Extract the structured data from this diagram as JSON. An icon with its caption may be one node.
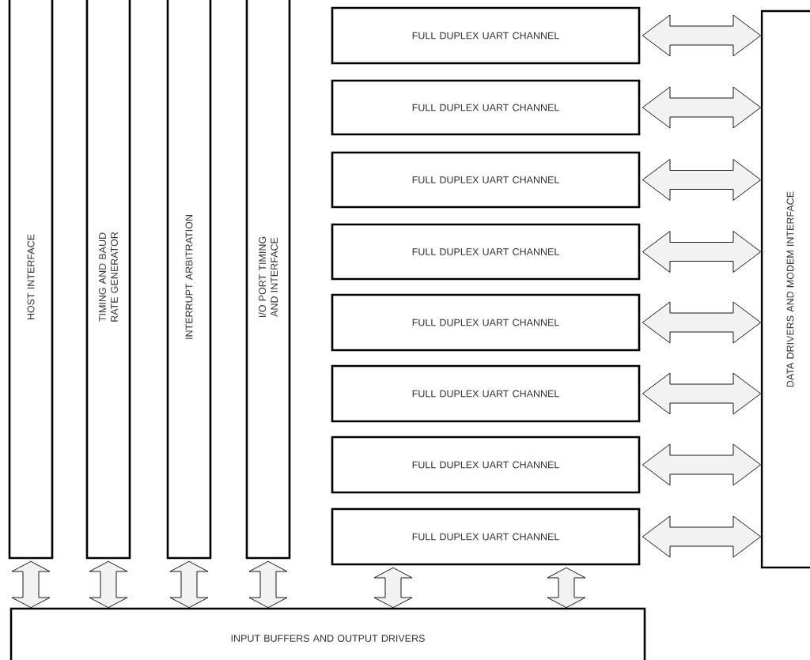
{
  "diagram": {
    "nodes": [
      {
        "text": [
          "HOST INTERFACE"
        ]
      },
      {
        "text": [
          "TIMING AND BAUD RATE GENERATOR"
        ]
      },
      {
        "text": [
          "INTERRUPT ARBITRATION"
        ]
      },
      {
        "text": [
          "I/O PORT TIMING AND INTERFACE"
        ]
      },
      {
        "text": [
          "FULL DUPLEX UART CHANNEL"
        ]
      },
      {
        "text": [
          "FULL DUPLEX UART CHANNEL"
        ]
      },
      {
        "text": [
          "FULL DUPLEX UART CHANNEL"
        ]
      },
      {
        "text": [
          "FULL DUPLEX UART CHANNEL"
        ]
      },
      {
        "text": [
          "FULL DUPLEX UART CHANNEL"
        ]
      },
      {
        "text": [
          "FULL DUPLEX UART CHANNEL"
        ]
      },
      {
        "text": [
          "FULL DUPLEX UART CHANNEL"
        ]
      },
      {
        "text": [
          "FULL DUPLEX UART CHANNEL"
        ]
      },
      {
        "text": [
          "DATA DRIVERS AND MODEM INTERFACE"
        ]
      },
      {
        "text": [
          "INPUT BUFFERS AND OUTPUT DRIVERS"
        ]
      }
    ],
    "edges": [
      {
        "from": 4,
        "to": 12,
        "arrow": "both"
      },
      {
        "from": 5,
        "to": 12,
        "arrow": "both"
      },
      {
        "from": 6,
        "to": 12,
        "arrow": "both"
      },
      {
        "from": 7,
        "to": 12,
        "arrow": "both"
      },
      {
        "from": 8,
        "to": 12,
        "arrow": "both"
      },
      {
        "from": 9,
        "to": 12,
        "arrow": "both"
      },
      {
        "from": 10,
        "to": 12,
        "arrow": "both"
      },
      {
        "from": 11,
        "to": 12,
        "arrow": "both"
      },
      {
        "from": 0,
        "to": 13,
        "arrow": "both"
      },
      {
        "from": 1,
        "to": 13,
        "arrow": "both"
      },
      {
        "from": 2,
        "to": 13,
        "arrow": "both"
      },
      {
        "from": 3,
        "to": 13,
        "arrow": "both"
      },
      {
        "from": 11,
        "to": 13,
        "arrow": "both"
      },
      {
        "from": 11,
        "to": 13,
        "arrow": "both"
      }
    ]
  }
}
